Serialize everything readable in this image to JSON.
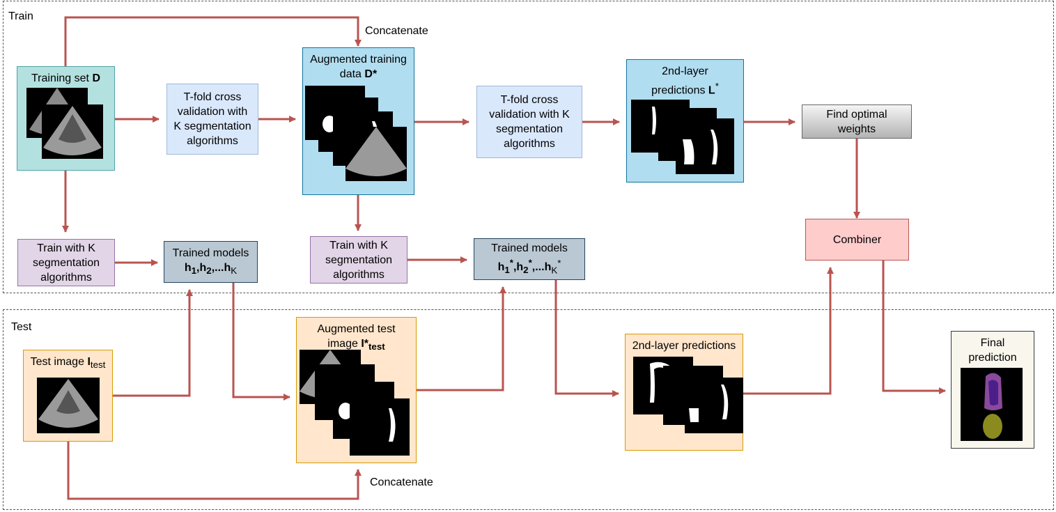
{
  "regions": {
    "train": "Train",
    "test": "Test"
  },
  "labels": {
    "concat_top": "Concatenate",
    "concat_bottom": "Concatenate"
  },
  "boxes": {
    "training_set": {
      "text": "Training set",
      "bold": "D"
    },
    "tfold1": "T-fold cross\nvalidation with\nK segmentation\nalgorithms",
    "augmented_train": {
      "line1": "Augmented training",
      "line2": "data",
      "bold": "D*"
    },
    "tfold2": "T-fold cross\nvalidation with K\nsegmentation\nalgorithms",
    "second_layer_train": {
      "line1": "2nd-layer",
      "line2": "predictions",
      "bold": "L",
      "sup": "*"
    },
    "find_weights": "Find optimal\nweights",
    "train_k1": "Train with K\nsegmentation\nalgorithms",
    "trained_models1": {
      "line1": "Trained models",
      "h": "h",
      "s1": "1",
      "sep1": ",h",
      "s2": "2",
      "sep2": ",...h",
      "sK": "K"
    },
    "train_k2": "Train with K\nsegmentation\nalgorithms",
    "trained_models2": {
      "line1": "Trained models",
      "h": "h",
      "s1": "1",
      "sup": "*",
      "sep1": ",h",
      "s2": "2",
      "sep2": ",...h",
      "sK": "K"
    },
    "combiner": "Combiner",
    "test_image": {
      "text": "Test image",
      "bold": "I",
      "sub": "test"
    },
    "augmented_test": {
      "line1": "Augmented test",
      "line2": "image",
      "bold": "I*",
      "sub": "test"
    },
    "second_layer_test": "2nd-layer predictions",
    "final_prediction": "Final\nprediction"
  },
  "colors": {
    "arrow": "#b85450"
  }
}
